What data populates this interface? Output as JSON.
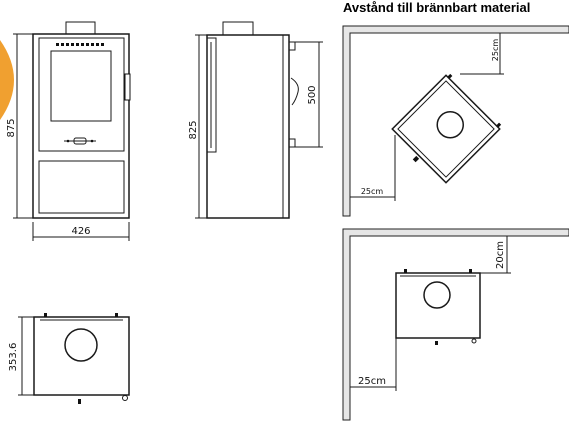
{
  "title": "Avstånd till brännbart material",
  "dimensions": {
    "front_height": "875",
    "front_width": "426",
    "side_height": "825",
    "side_inner": "500",
    "top_depth": "353.6"
  },
  "clearances": {
    "corner_back": "25cm",
    "corner_side": "25cm",
    "wall_back": "20cm",
    "wall_side": "25cm"
  },
  "colors": {
    "accent_orange": "#f0a030",
    "wall_fill": "#e6e6e6",
    "line": "#1a1a1a"
  }
}
